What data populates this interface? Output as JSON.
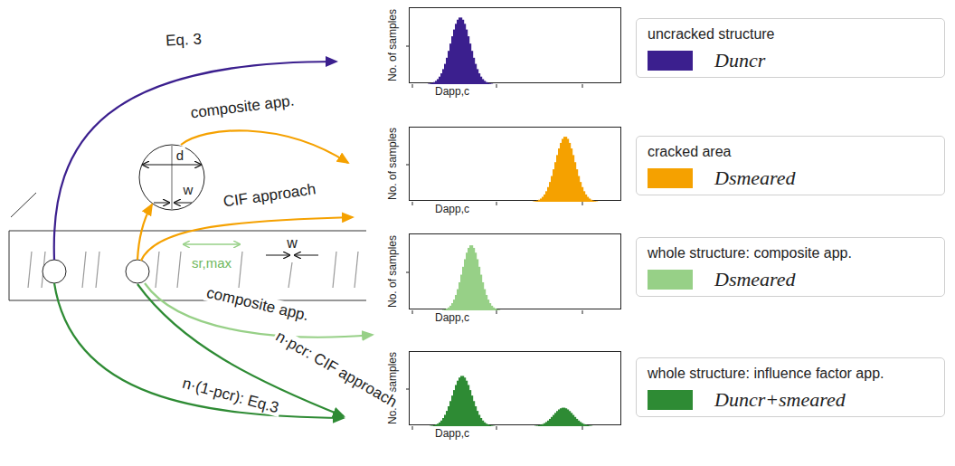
{
  "diagram": {
    "nodes": [
      {
        "text": [
          "No. of samples",
          "Dapp,c"
        ]
      },
      {
        "text": [
          "uncracked structure"
        ]
      },
      {
        "text": [
          "No. of samples",
          "Dapp,c"
        ]
      },
      {
        "text": [
          "cracked area"
        ]
      },
      {
        "text": [
          "No. of samples",
          "Dapp,c"
        ]
      },
      {
        "text": [
          "whole structure: composite app."
        ]
      },
      {
        "text": [
          "No. of samples",
          "Dapp,c"
        ]
      },
      {
        "text": [
          "whole structure: influence factor app."
        ]
      }
    ],
    "labels": [
      "Eq. 3",
      "composite app.",
      "d",
      "w",
      "CIF approach",
      "w",
      "sr,max",
      "composite app.",
      "n·pcr: CIF approach",
      "n·(1-pcr): Eq.3"
    ],
    "legend": [
      {
        "text": "Duncr",
        "color": "#3b1f8e"
      },
      {
        "text": "Dsmeared",
        "color": "#f5a100"
      },
      {
        "text": "Dsmeared",
        "color": "#97d087"
      },
      {
        "text": "Duncr+smeared",
        "color": "#2e8b34"
      }
    ]
  }
}
